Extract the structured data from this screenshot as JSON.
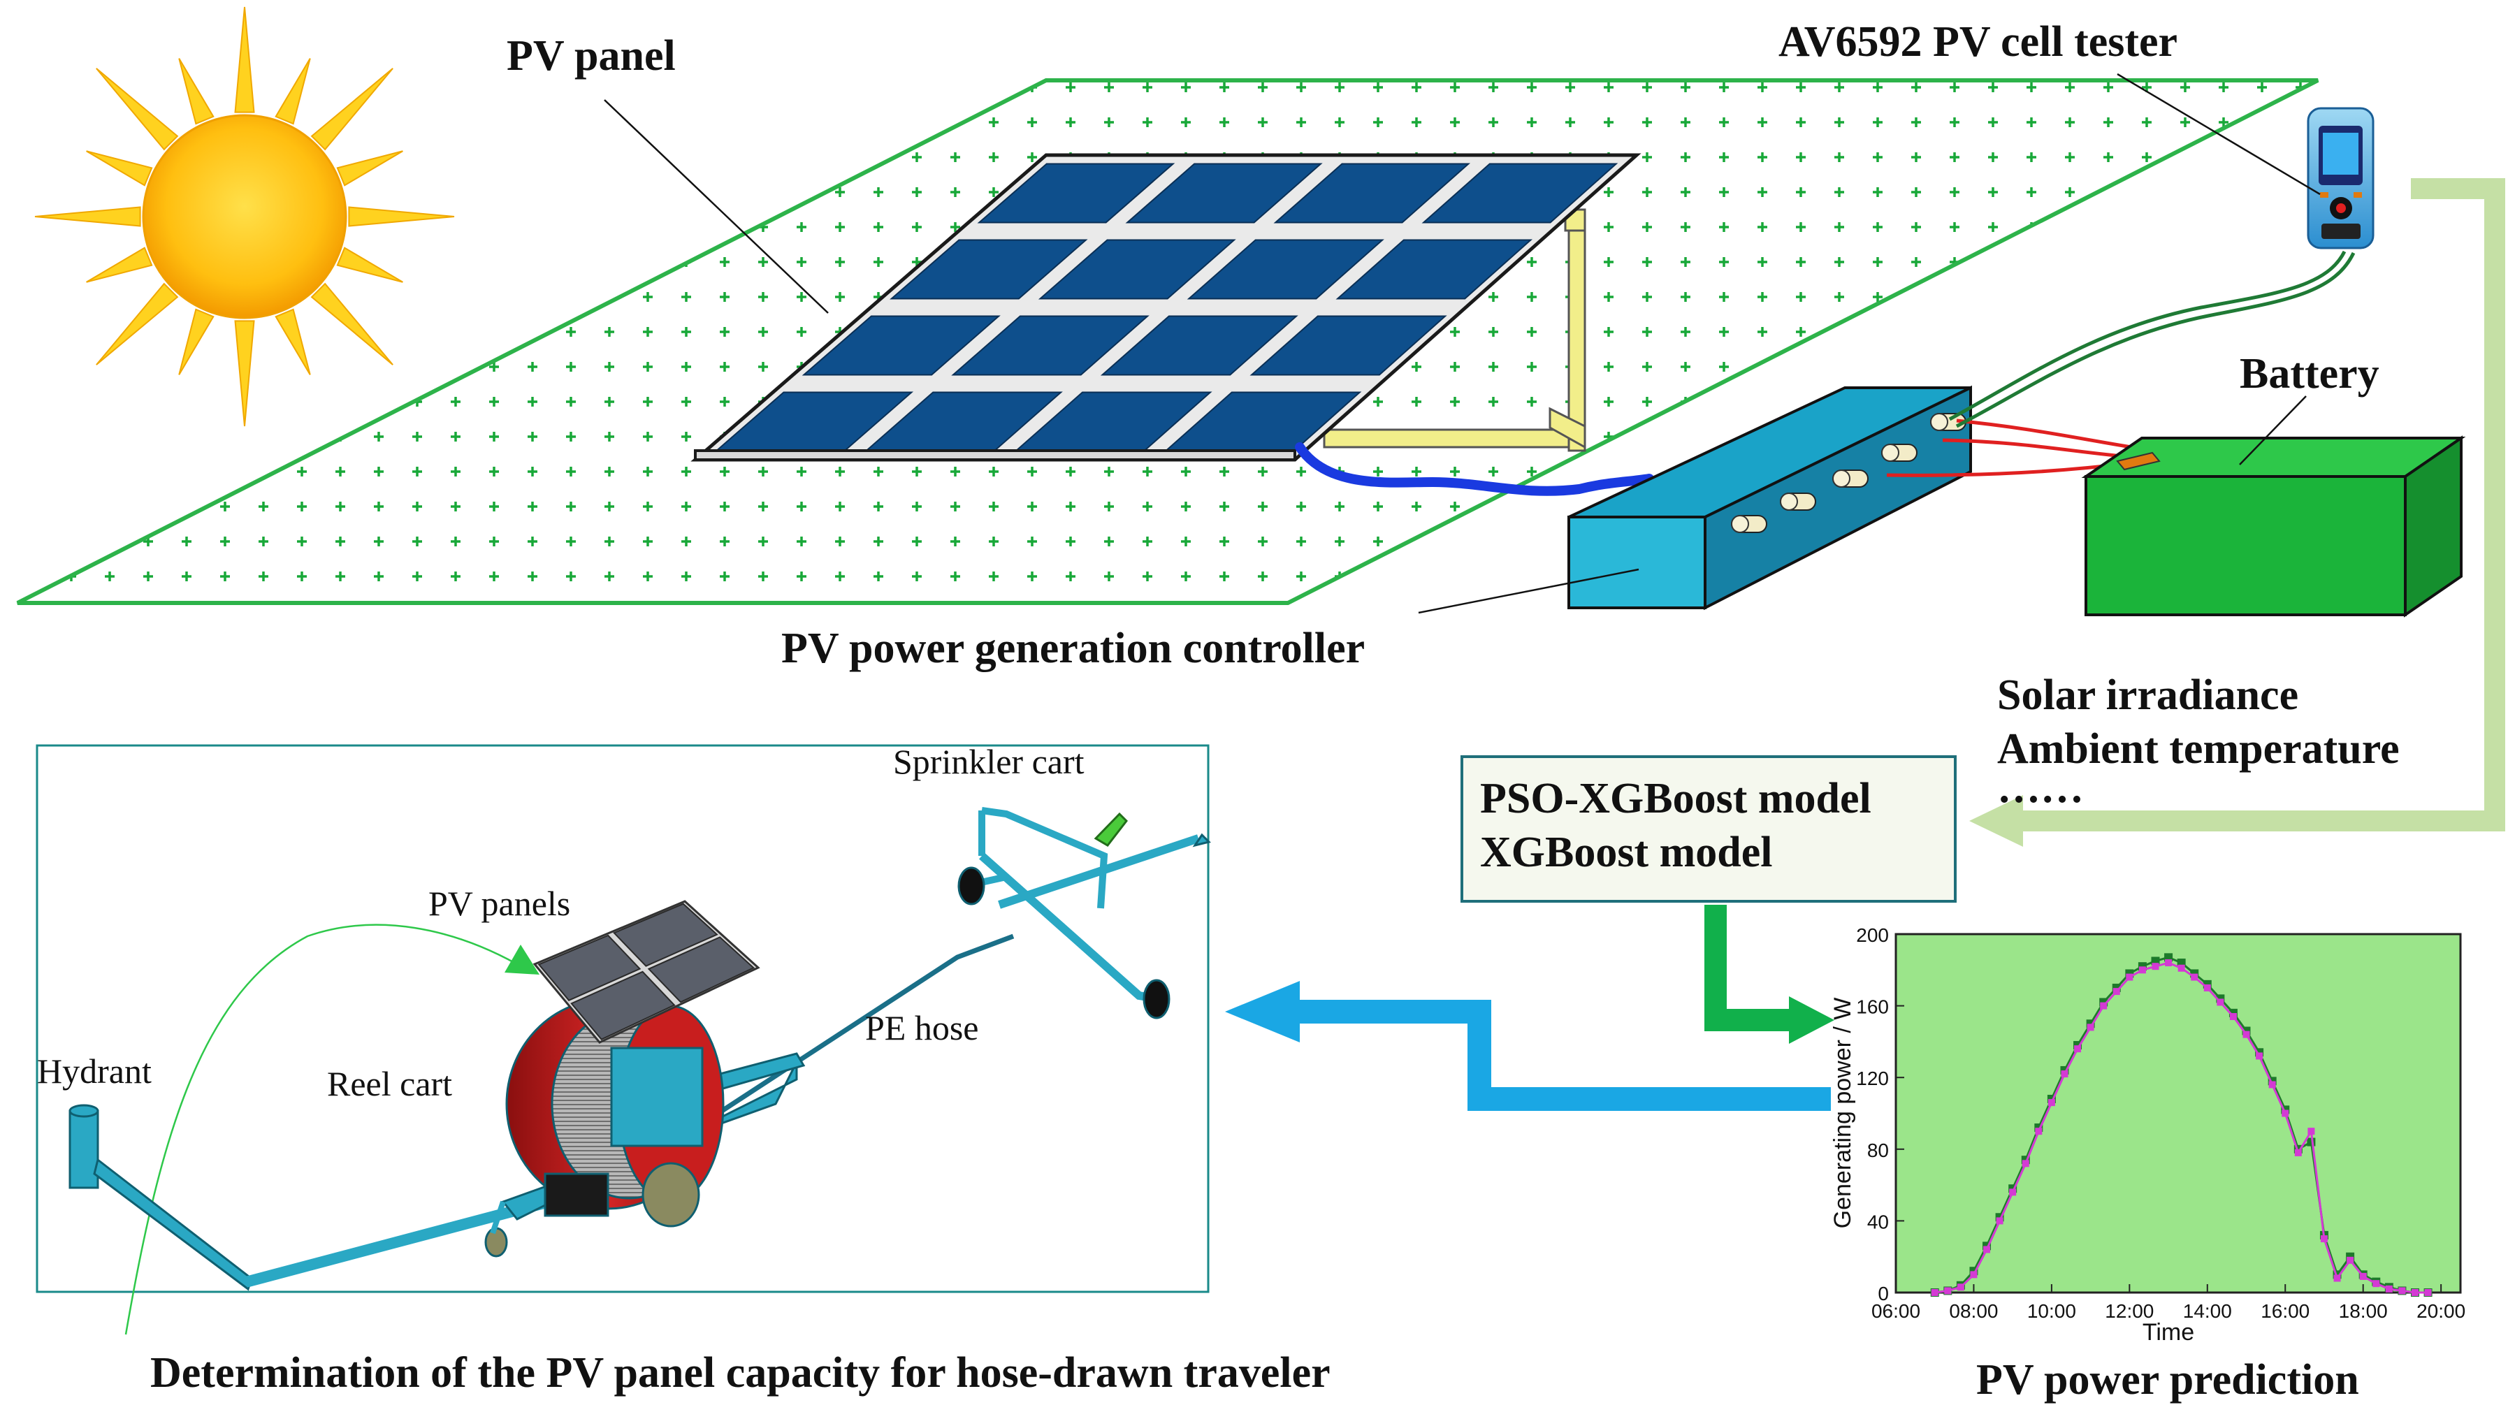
{
  "labels": {
    "pv_panel": "PV panel",
    "tester": "AV6592 PV cell tester",
    "battery": "Battery",
    "controller": "PV power generation controller",
    "inputs": [
      "Solar irradiance",
      "Ambient temperature",
      "……"
    ],
    "models": [
      "PSO-XGBoost model",
      "XGBoost model"
    ],
    "capacity_caption": "Determination of the PV panel capacity  for hose-drawn traveler",
    "prediction_caption": "PV power prediction"
  },
  "traveler": {
    "sprinkler_cart": "Sprinkler cart",
    "pv_panels": "PV panels",
    "pe_hose": "PE hose",
    "hydrant": "Hydrant",
    "reel_cart": "Reel cart"
  },
  "colors": {
    "field_border": "#2db34a",
    "plus": "#18a838",
    "panel_cell": "#0e4f8c",
    "panel_frame": "#1a1a1a",
    "support": "#f2ee8a",
    "controller": "#1e95b8",
    "battery": "#1bb43a",
    "arrow_pale_green": "#c5e0a5",
    "arrow_green": "#11b04b",
    "arrow_blue": "#1aa7e4",
    "chart_bg": "#9be58a",
    "series_measured": "#1d7a2a",
    "series_predicted": "#d43ad4",
    "hose_blue": "#1a3ae0",
    "wire_red": "#e02020",
    "sun_core": "#ffc20e",
    "sun_ray": "#ffd21f",
    "cart": "#2aa8c4",
    "reel": "#c81e1e"
  },
  "chart_data": {
    "type": "line",
    "xlabel": "Time",
    "ylabel": "Generating power / W",
    "ylim": [
      0,
      200
    ],
    "yticks": [
      0,
      40,
      80,
      120,
      160,
      200
    ],
    "xlim": [
      "06:00",
      "20:30"
    ],
    "xticks": [
      "06:00",
      "08:00",
      "10:00",
      "12:00",
      "14:00",
      "16:00",
      "18:00",
      "20:00"
    ],
    "x": [
      "07:00",
      "07:20",
      "07:40",
      "08:00",
      "08:20",
      "08:40",
      "09:00",
      "09:20",
      "09:40",
      "10:00",
      "10:20",
      "10:40",
      "11:00",
      "11:20",
      "11:40",
      "12:00",
      "12:20",
      "12:40",
      "13:00",
      "13:20",
      "13:40",
      "14:00",
      "14:20",
      "14:40",
      "15:00",
      "15:20",
      "15:40",
      "16:00",
      "16:20",
      "16:40",
      "17:00",
      "17:20",
      "17:40",
      "18:00",
      "18:20",
      "18:40",
      "19:00",
      "19:20",
      "19:40"
    ],
    "series": [
      {
        "values": [
          0,
          1,
          4,
          12,
          26,
          42,
          58,
          74,
          92,
          108,
          124,
          138,
          150,
          162,
          170,
          178,
          182,
          185,
          187,
          184,
          178,
          172,
          164,
          156,
          146,
          134,
          118,
          102,
          80,
          84,
          32,
          10,
          20,
          10,
          6,
          3,
          1,
          0,
          0
        ]
      },
      {
        "values": [
          0,
          1,
          3,
          10,
          24,
          40,
          56,
          72,
          90,
          106,
          122,
          136,
          148,
          160,
          168,
          176,
          180,
          182,
          184,
          181,
          176,
          170,
          162,
          154,
          144,
          132,
          116,
          100,
          78,
          90,
          30,
          8,
          18,
          9,
          5,
          2,
          1,
          0,
          0
        ]
      }
    ]
  }
}
